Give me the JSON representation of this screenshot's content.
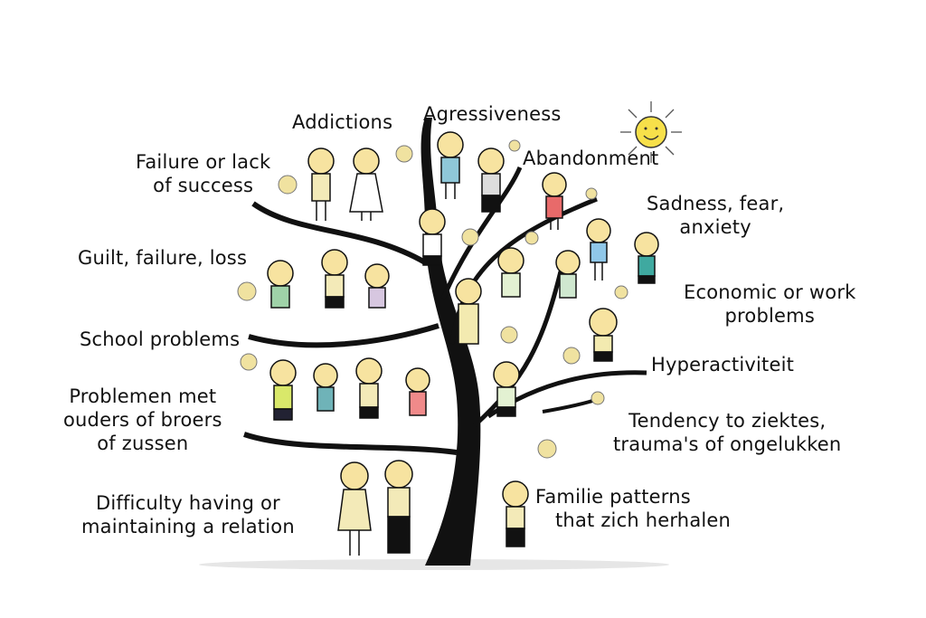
{
  "diagram": {
    "type": "family-tree-illustration",
    "colors": {
      "trunk": "#111111",
      "skin": "#f7e3a0",
      "sun": "#f7e04a",
      "flower": "#f0e2a0",
      "background": "#ffffff"
    },
    "labels": [
      {
        "id": "addictions",
        "lines": [
          "Addictions"
        ]
      },
      {
        "id": "agressiveness",
        "lines": [
          "Agressiveness"
        ]
      },
      {
        "id": "failure",
        "lines": [
          "Failure or lack",
          "of success"
        ]
      },
      {
        "id": "abandonment",
        "lines": [
          "Abandonment"
        ]
      },
      {
        "id": "sadness",
        "lines": [
          "Sadness, fear,",
          "anxiety"
        ]
      },
      {
        "id": "guilt",
        "lines": [
          "Guilt, failure, loss"
        ]
      },
      {
        "id": "economic",
        "lines": [
          "Economic or work",
          "problems"
        ]
      },
      {
        "id": "school",
        "lines": [
          "School problems"
        ]
      },
      {
        "id": "hyper",
        "lines": [
          "Hyperactiviteit"
        ]
      },
      {
        "id": "problemen",
        "lines": [
          "Problemen met",
          "ouders of broers",
          "of zussen"
        ]
      },
      {
        "id": "tendency",
        "lines": [
          "Tendency to ziektes,",
          "trauma's of ongelukken"
        ]
      },
      {
        "id": "difficulty",
        "lines": [
          "Difficulty having or",
          "maintaining a relation"
        ]
      },
      {
        "id": "familie",
        "lines": [
          "Familie patterns",
          "that zich herhalen"
        ]
      }
    ]
  }
}
